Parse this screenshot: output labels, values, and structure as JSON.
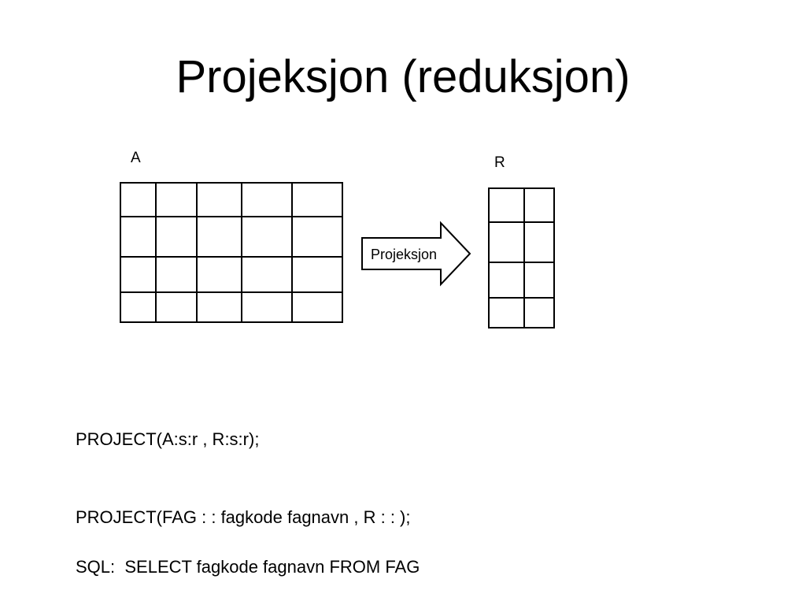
{
  "title": "Projeksjon (reduksjon)",
  "diagram": {
    "source_table_label": "A",
    "result_table_label": "R",
    "arrow_label": "Projeksjon"
  },
  "code_lines": [
    "PROJECT(A:s:r , R:s:r);",
    "PROJECT(FAG : : fagkode fagnavn , R : : );",
    "SQL:  SELECT fagkode fagnavn FROM FAG"
  ],
  "colors": {
    "background": "#ffffff",
    "ink": "#000000"
  }
}
